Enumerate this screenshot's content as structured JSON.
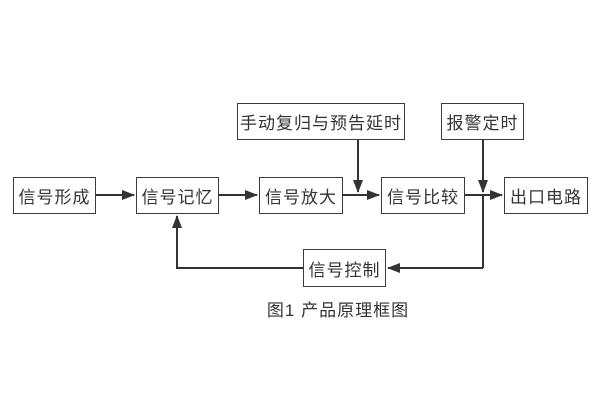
{
  "figure": {
    "caption": "图1 产品原理框图",
    "background": "#ffffff",
    "line_color": "#333333",
    "border_color": "#3b3b3b",
    "text_color": "#333333"
  },
  "nodes": [
    {
      "id": "signal-formation",
      "label": "信号形成"
    },
    {
      "id": "signal-memory",
      "label": "信号记忆"
    },
    {
      "id": "signal-amplify",
      "label": "信号放大"
    },
    {
      "id": "signal-compare",
      "label": "信号比较"
    },
    {
      "id": "output-circuit",
      "label": "出口电路"
    },
    {
      "id": "manual-reset-delay",
      "label": "手动复归与预告延时"
    },
    {
      "id": "alarm-timer",
      "label": "报警定时"
    },
    {
      "id": "signal-control",
      "label": "信号控制"
    }
  ],
  "edges": [
    {
      "from": "signal-formation",
      "to": "signal-memory"
    },
    {
      "from": "signal-memory",
      "to": "signal-amplify"
    },
    {
      "from": "signal-amplify",
      "to": "signal-compare"
    },
    {
      "from": "signal-compare",
      "to": "output-circuit"
    },
    {
      "from": "manual-reset-delay",
      "to": "junction-amplify-compare"
    },
    {
      "from": "alarm-timer",
      "to": "junction-compare-output"
    },
    {
      "from": "junction-compare-output",
      "to": "signal-control"
    },
    {
      "from": "signal-control",
      "to": "signal-memory"
    }
  ]
}
